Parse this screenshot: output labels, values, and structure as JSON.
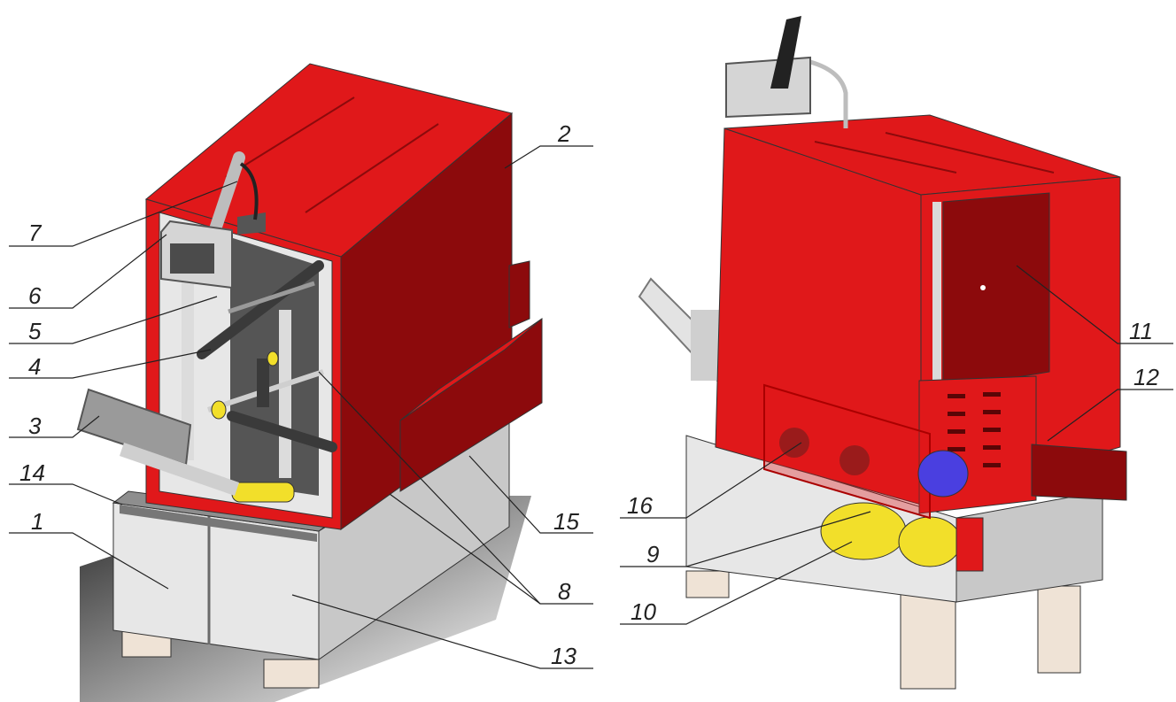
{
  "colors": {
    "housing_red": "#e0181a",
    "housing_red_dark": "#8c0a0c",
    "housing_red_shadow": "#5a0506",
    "steel_light": "#e7e7e7",
    "steel_mid": "#c8c8c8",
    "steel_dark": "#8e8e8e",
    "foot": "#efe3d6",
    "roller_dark": "#3a3a3a",
    "yellow": "#f2df2a",
    "blue": "#4a3fe0",
    "text": "#222222"
  },
  "left_view": {
    "callouts": [
      {
        "id": "1",
        "label": "1"
      },
      {
        "id": "2",
        "label": "2"
      },
      {
        "id": "3",
        "label": "3"
      },
      {
        "id": "4",
        "label": "4"
      },
      {
        "id": "5",
        "label": "5"
      },
      {
        "id": "6",
        "label": "6"
      },
      {
        "id": "7",
        "label": "7"
      },
      {
        "id": "8",
        "label": "8"
      },
      {
        "id": "13",
        "label": "13"
      },
      {
        "id": "14",
        "label": "14"
      },
      {
        "id": "15",
        "label": "15"
      }
    ]
  },
  "right_view": {
    "callouts": [
      {
        "id": "9",
        "label": "9"
      },
      {
        "id": "10",
        "label": "10"
      },
      {
        "id": "11",
        "label": "11"
      },
      {
        "id": "12",
        "label": "12"
      },
      {
        "id": "16",
        "label": "16"
      }
    ]
  }
}
